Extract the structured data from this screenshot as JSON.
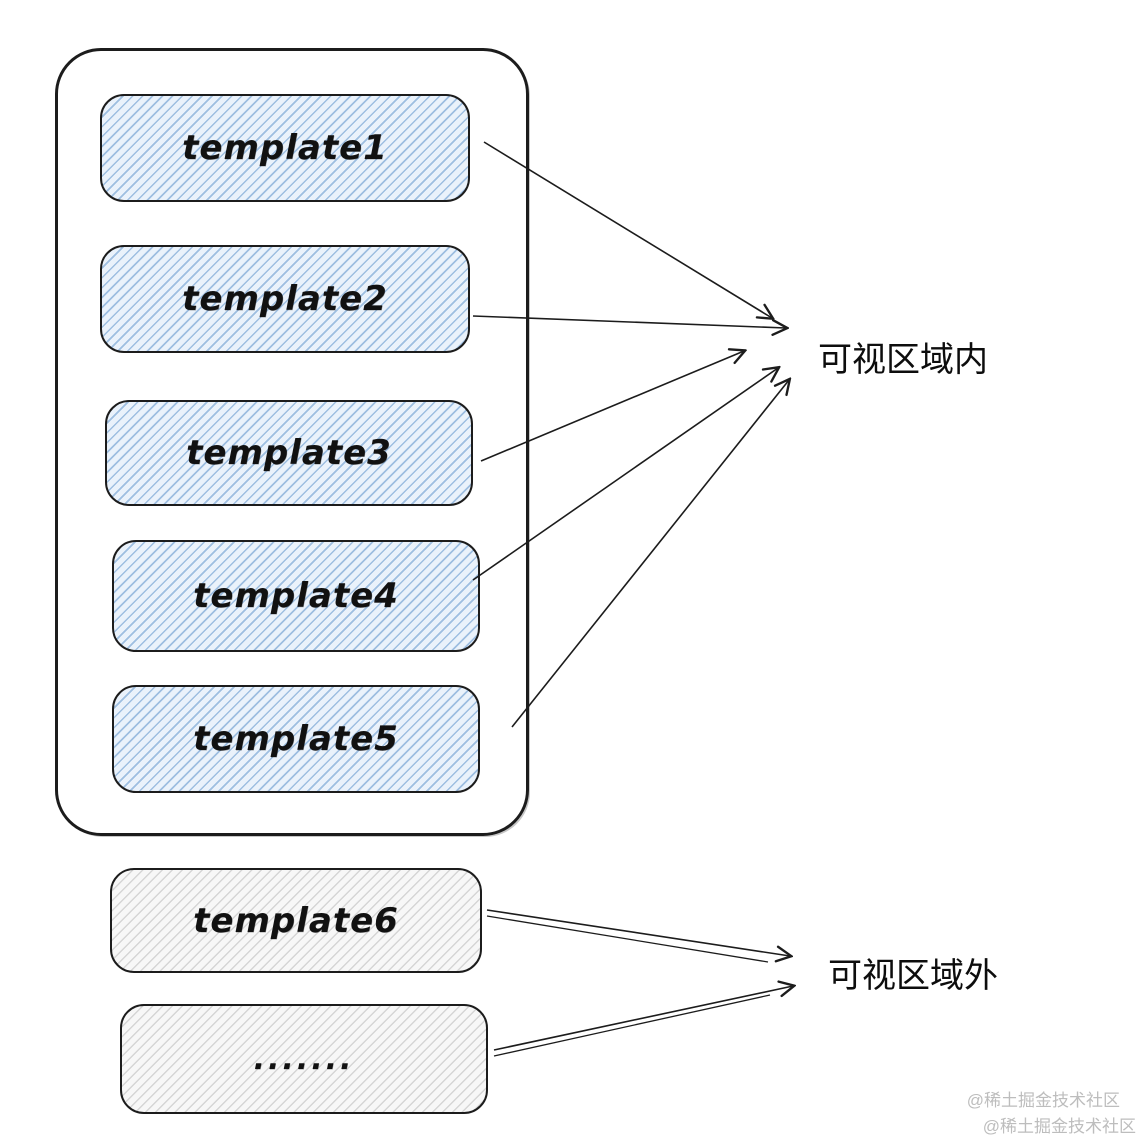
{
  "viewport_group": {
    "templates": [
      {
        "label": "template1"
      },
      {
        "label": "template2"
      },
      {
        "label": "template3"
      },
      {
        "label": "template4"
      },
      {
        "label": "template5"
      }
    ]
  },
  "outside_group": {
    "templates": [
      {
        "label": "template6"
      },
      {
        "label": "......."
      }
    ]
  },
  "labels": {
    "inside": "可视区域内",
    "outside": "可视区域外"
  },
  "watermark": {
    "line1": "@稀土掘金技术社区",
    "line2": "@稀土掘金技术社区"
  },
  "colors": {
    "box_fill_blue": "#eaf2fb",
    "box_hatch_blue": "#6094cb",
    "box_fill_gray": "#f7f7f7",
    "box_hatch_gray": "#969696",
    "stroke": "#1c1c1c",
    "watermark": "#bdbdbd"
  }
}
